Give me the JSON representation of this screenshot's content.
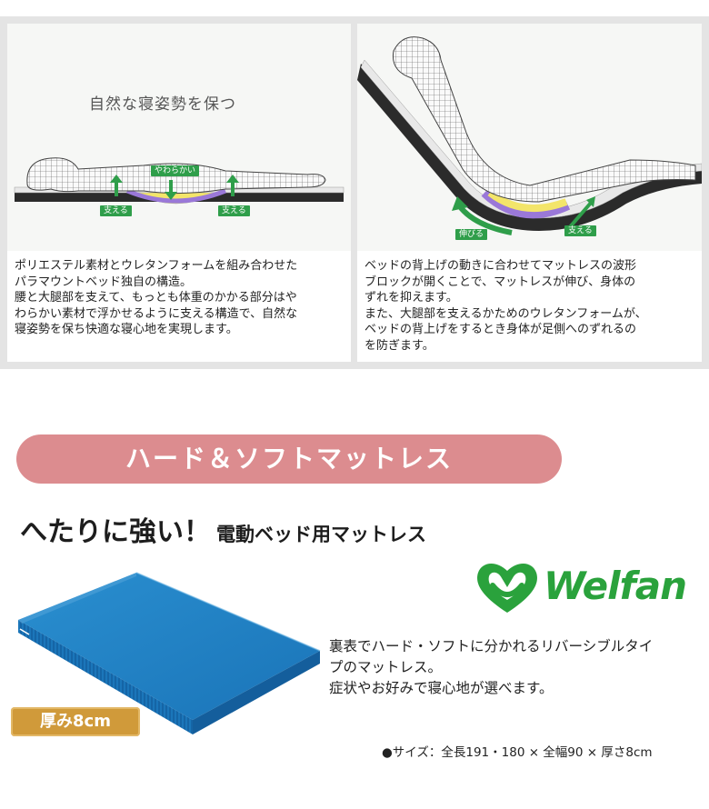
{
  "top_panels": {
    "left": {
      "title": "自然な寝姿勢を保つ",
      "tags": {
        "soft": "やわらかい",
        "support_left": "支える",
        "support_right": "支える"
      },
      "lines": [
        "ポリエステル素材とウレタンフォームを組み合わせた",
        "パラマウントベッド独自の構造。",
        "腰と大腿部を支えて、もっとも体重のかかる部分はや",
        "わらかい素材で浮かせるように支える構造で、自然な",
        "寝姿勢を保ち快適な寝心地を実現します。"
      ]
    },
    "right": {
      "tags": {
        "stretch": "伸びる",
        "support": "支える"
      },
      "lines": [
        "ベッドの背上げの動きに合わせてマットレスの波形",
        "ブロックが開くことで、マットレスが伸び、身体の",
        "ずれを抑えます。",
        "また、大腿部を支えるかためのウレタンフォームが、",
        "ベッドの背上げをするとき身体が足側へのずれるの",
        "を防ぎます。"
      ]
    }
  },
  "banner": {
    "label": "ハード＆ソフトマットレス"
  },
  "headline": {
    "main": "へたりに強い！",
    "sub": "電動ベッド用マットレス"
  },
  "logo": {
    "text": "Welfan",
    "color": "#2aa23c"
  },
  "thickness": {
    "label": "厚み8cm"
  },
  "description": {
    "lines": [
      "裏表でハード・ソフトに分かれるリバーシブルタイ",
      "プのマットレス。",
      "症状やお好みで寝心地が選べます。"
    ]
  },
  "size": {
    "label": "●サイズ：全長191・180 × 全幅90 × 厚さ8cm"
  },
  "colors": {
    "banner": "#dc8c8f",
    "mattress": "#1f7fc0",
    "tag_green": "#2f9e4a",
    "thickness": "#d09a3a"
  }
}
